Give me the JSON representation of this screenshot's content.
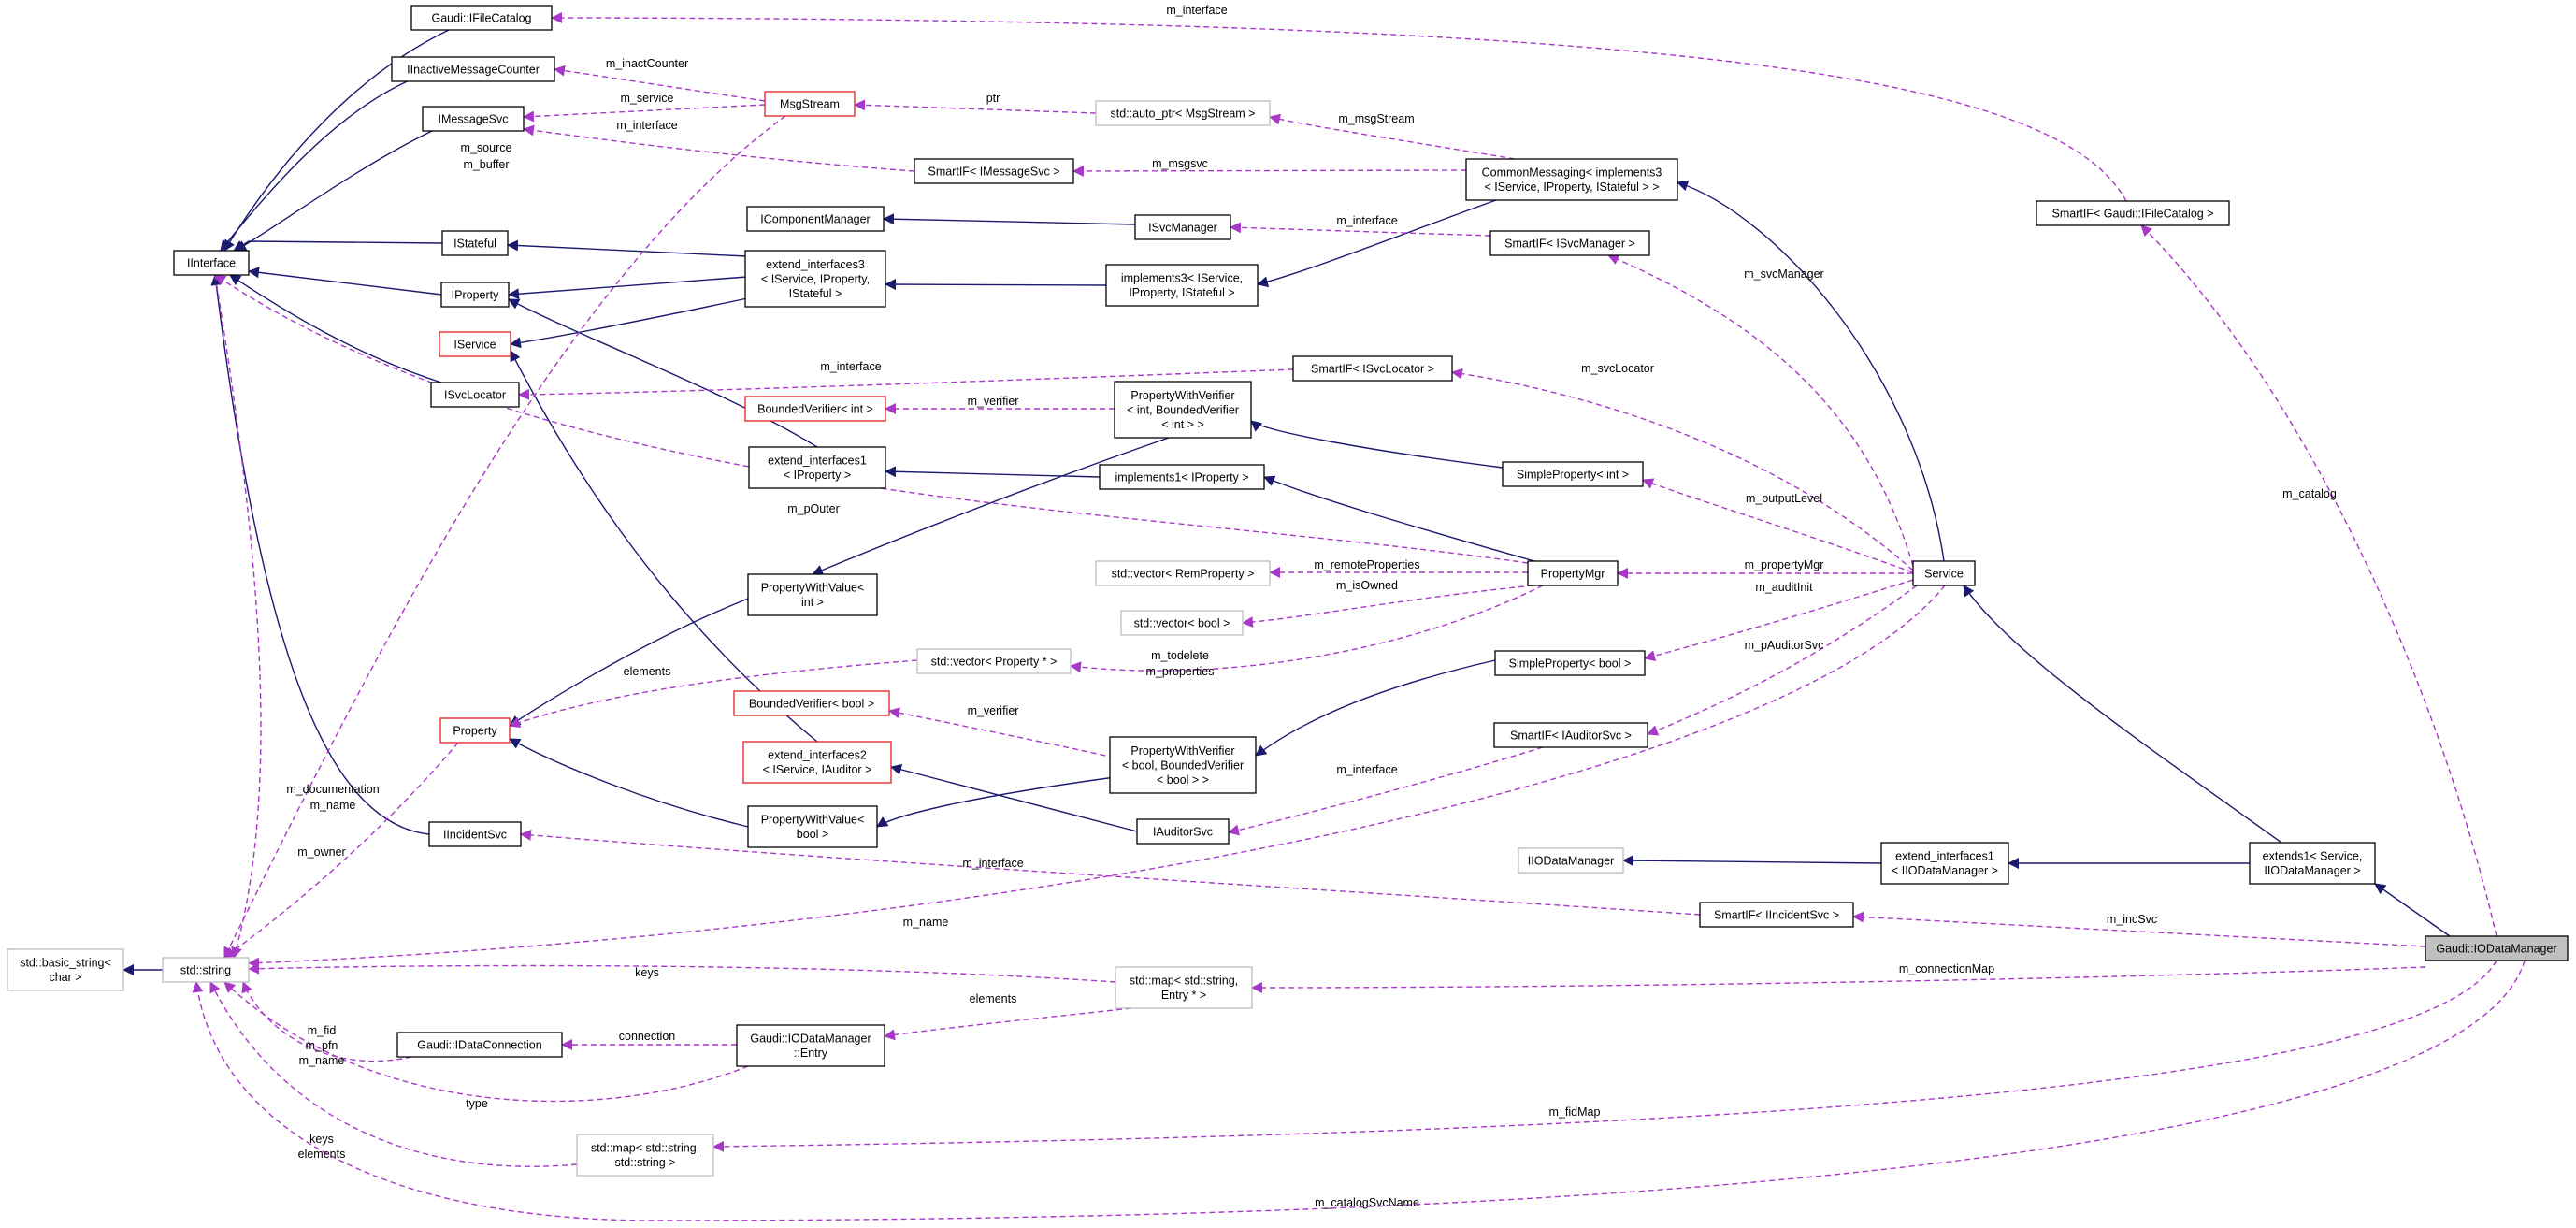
{
  "colors": {
    "inheritance": "#1a1a6e",
    "usage": "#a838c8",
    "node_border": "#000000",
    "node_border_missing": "#bdbdbd",
    "node_border_truncated": "#e02020",
    "highlight_fill": "#c0c0c0"
  },
  "nodes": [
    {
      "id": "IFileCatalog",
      "lines": [
        "Gaudi::IFileCatalog"
      ],
      "border": "normal"
    },
    {
      "id": "IInactiveMessageCounter",
      "lines": [
        "IInactiveMessageCounter"
      ],
      "border": "normal"
    },
    {
      "id": "IMessageSvc",
      "lines": [
        "IMessageSvc"
      ],
      "border": "normal"
    },
    {
      "id": "MsgStream",
      "lines": [
        "MsgStream"
      ],
      "border": "truncated"
    },
    {
      "id": "auto_ptr_MsgStream",
      "lines": [
        "std::auto_ptr< MsgStream >"
      ],
      "border": "missing"
    },
    {
      "id": "SmartIF_IMessageSvc",
      "lines": [
        "SmartIF< IMessageSvc >"
      ],
      "border": "normal"
    },
    {
      "id": "CommonMessaging",
      "lines": [
        "CommonMessaging< implements3",
        "< IService, IProperty, IStateful > >"
      ],
      "border": "normal"
    },
    {
      "id": "SmartIF_IFileCatalog",
      "lines": [
        "SmartIF< Gaudi::IFileCatalog >"
      ],
      "border": "normal"
    },
    {
      "id": "IInterface",
      "lines": [
        "IInterface"
      ],
      "border": "normal"
    },
    {
      "id": "IStateful",
      "lines": [
        "IStateful"
      ],
      "border": "normal"
    },
    {
      "id": "IComponentManager",
      "lines": [
        "IComponentManager"
      ],
      "border": "normal"
    },
    {
      "id": "ISvcManager",
      "lines": [
        "ISvcManager"
      ],
      "border": "normal"
    },
    {
      "id": "SmartIF_ISvcManager",
      "lines": [
        "SmartIF< ISvcManager >"
      ],
      "border": "normal"
    },
    {
      "id": "extend_interfaces3",
      "lines": [
        "extend_interfaces3",
        "< IService, IProperty,",
        "IStateful >"
      ],
      "border": "normal"
    },
    {
      "id": "implements3",
      "lines": [
        "implements3< IService,",
        "IProperty, IStateful >"
      ],
      "border": "normal"
    },
    {
      "id": "IProperty",
      "lines": [
        "IProperty"
      ],
      "border": "normal"
    },
    {
      "id": "IService",
      "lines": [
        "IService"
      ],
      "border": "truncated"
    },
    {
      "id": "ISvcLocator",
      "lines": [
        "ISvcLocator"
      ],
      "border": "normal"
    },
    {
      "id": "SmartIF_ISvcLocator",
      "lines": [
        "SmartIF< ISvcLocator >"
      ],
      "border": "normal"
    },
    {
      "id": "BoundedVerifier_int",
      "lines": [
        "BoundedVerifier< int >"
      ],
      "border": "truncated"
    },
    {
      "id": "PropertyWithVerifier_int",
      "lines": [
        "PropertyWithVerifier",
        "< int, BoundedVerifier",
        "< int > >"
      ],
      "border": "normal"
    },
    {
      "id": "extend_interfaces1_IProperty",
      "lines": [
        "extend_interfaces1",
        "< IProperty >"
      ],
      "border": "normal"
    },
    {
      "id": "implements1_IProperty",
      "lines": [
        "implements1< IProperty >"
      ],
      "border": "normal"
    },
    {
      "id": "SimpleProperty_int",
      "lines": [
        "SimpleProperty< int >"
      ],
      "border": "normal"
    },
    {
      "id": "vector_RemProperty",
      "lines": [
        "std::vector< RemProperty >"
      ],
      "border": "missing"
    },
    {
      "id": "PropertyMgr",
      "lines": [
        "PropertyMgr"
      ],
      "border": "normal"
    },
    {
      "id": "Service",
      "lines": [
        "Service"
      ],
      "border": "normal"
    },
    {
      "id": "vector_bool",
      "lines": [
        "std::vector< bool >"
      ],
      "border": "missing"
    },
    {
      "id": "PropertyWithValue_int",
      "lines": [
        "PropertyWithValue<",
        "int >"
      ],
      "border": "normal"
    },
    {
      "id": "vector_Property_ptr",
      "lines": [
        "std::vector< Property * >"
      ],
      "border": "missing"
    },
    {
      "id": "SimpleProperty_bool",
      "lines": [
        "SimpleProperty< bool >"
      ],
      "border": "normal"
    },
    {
      "id": "BoundedVerifier_bool",
      "lines": [
        "BoundedVerifier< bool >"
      ],
      "border": "truncated"
    },
    {
      "id": "Property",
      "lines": [
        "Property"
      ],
      "border": "truncated"
    },
    {
      "id": "extend_interfaces2",
      "lines": [
        "extend_interfaces2",
        "< IService, IAuditor >"
      ],
      "border": "truncated"
    },
    {
      "id": "PropertyWithVerifier_bool",
      "lines": [
        "PropertyWithVerifier",
        "< bool, BoundedVerifier",
        "< bool > >"
      ],
      "border": "normal"
    },
    {
      "id": "SmartIF_IAuditorSvc",
      "lines": [
        "SmartIF< IAuditorSvc >"
      ],
      "border": "normal"
    },
    {
      "id": "PropertyWithValue_bool",
      "lines": [
        "PropertyWithValue<",
        "bool >"
      ],
      "border": "normal"
    },
    {
      "id": "IAuditorSvc",
      "lines": [
        "IAuditorSvc"
      ],
      "border": "normal"
    },
    {
      "id": "IIncidentSvc",
      "lines": [
        "IIncidentSvc"
      ],
      "border": "normal"
    },
    {
      "id": "IIODataManager",
      "lines": [
        "IIODataManager"
      ],
      "border": "missing"
    },
    {
      "id": "extend_interfaces1_IIODataManager",
      "lines": [
        "extend_interfaces1",
        "< IIODataManager >"
      ],
      "border": "normal"
    },
    {
      "id": "extends1",
      "lines": [
        "extends1< Service,",
        "IIODataManager >"
      ],
      "border": "normal"
    },
    {
      "id": "SmartIF_IIncidentSvc",
      "lines": [
        "SmartIF< IIncidentSvc >"
      ],
      "border": "normal"
    },
    {
      "id": "IODataManager",
      "lines": [
        "Gaudi::IODataManager"
      ],
      "border": "highlight"
    },
    {
      "id": "basic_string",
      "lines": [
        "std::basic_string<",
        "char >"
      ],
      "border": "missing"
    },
    {
      "id": "std_string",
      "lines": [
        "std::string"
      ],
      "border": "missing"
    },
    {
      "id": "IDataConnection",
      "lines": [
        "Gaudi::IDataConnection"
      ],
      "border": "normal"
    },
    {
      "id": "IODataManager_Entry",
      "lines": [
        "Gaudi::IODataManager",
        "::Entry"
      ],
      "border": "normal"
    },
    {
      "id": "map_string_Entry",
      "lines": [
        "std::map< std::string,",
        "Entry * >"
      ],
      "border": "missing"
    },
    {
      "id": "map_string_string",
      "lines": [
        "std::map< std::string,",
        "std::string >"
      ],
      "border": "missing"
    }
  ],
  "edge_labels": [
    {
      "id": "lbl_m_interface_top",
      "text": "m_interface"
    },
    {
      "id": "lbl_m_inactCounter",
      "text": "m_inactCounter"
    },
    {
      "id": "lbl_ptr",
      "text": "ptr"
    },
    {
      "id": "lbl_m_service",
      "text": "m_service"
    },
    {
      "id": "lbl_m_interface_msg",
      "text": "m_interface"
    },
    {
      "id": "lbl_m_msgStream",
      "text": "m_msgStream"
    },
    {
      "id": "lbl_m_source_buffer",
      "text": "m_source"
    },
    {
      "id": "lbl_m_buffer",
      "text": "m_buffer"
    },
    {
      "id": "lbl_m_msgsvc",
      "text": "m_msgsvc"
    },
    {
      "id": "lbl_m_interface_svcmgr",
      "text": "m_interface"
    },
    {
      "id": "lbl_m_svcManager",
      "text": "m_svcManager"
    },
    {
      "id": "lbl_m_interface_svcloc",
      "text": "m_interface"
    },
    {
      "id": "lbl_m_svcLocator",
      "text": "m_svcLocator"
    },
    {
      "id": "lbl_m_verifier_int",
      "text": "m_verifier"
    },
    {
      "id": "lbl_m_catalog",
      "text": "m_catalog"
    },
    {
      "id": "lbl_m_outputLevel",
      "text": "m_outputLevel"
    },
    {
      "id": "lbl_m_pOuter",
      "text": "m_pOuter"
    },
    {
      "id": "lbl_m_remoteProperties",
      "text": "m_remoteProperties"
    },
    {
      "id": "lbl_m_propertyMgr",
      "text": "m_propertyMgr"
    },
    {
      "id": "lbl_m_isOwned",
      "text": "m_isOwned"
    },
    {
      "id": "lbl_m_auditInit",
      "text": "m_auditInit"
    },
    {
      "id": "lbl_elements_vec",
      "text": "elements"
    },
    {
      "id": "lbl_m_todelete",
      "text": "m_todelete"
    },
    {
      "id": "lbl_m_properties",
      "text": "m_properties"
    },
    {
      "id": "lbl_m_pAuditorSvc",
      "text": "m_pAuditorSvc"
    },
    {
      "id": "lbl_m_verifier_bool",
      "text": "m_verifier"
    },
    {
      "id": "lbl_m_interface_auditor",
      "text": "m_interface"
    },
    {
      "id": "lbl_m_documentation",
      "text": "m_documentation"
    },
    {
      "id": "lbl_m_name_prop",
      "text": "m_name"
    },
    {
      "id": "lbl_m_owner",
      "text": "m_owner"
    },
    {
      "id": "lbl_m_interface_incident",
      "text": "m_interface"
    },
    {
      "id": "lbl_m_name_svc",
      "text": "m_name"
    },
    {
      "id": "lbl_m_incSvc",
      "text": "m_incSvc"
    },
    {
      "id": "lbl_keys_map",
      "text": "keys"
    },
    {
      "id": "lbl_m_connectionMap",
      "text": "m_connectionMap"
    },
    {
      "id": "lbl_elements_map",
      "text": "elements"
    },
    {
      "id": "lbl_m_fid",
      "text": "m_fid"
    },
    {
      "id": "lbl_m_pfn",
      "text": "m_pfn"
    },
    {
      "id": "lbl_m_name_conn",
      "text": "m_name"
    },
    {
      "id": "lbl_connection",
      "text": "connection"
    },
    {
      "id": "lbl_type",
      "text": "type"
    },
    {
      "id": "lbl_m_fidMap",
      "text": "m_fidMap"
    },
    {
      "id": "lbl_keys_ss",
      "text": "keys"
    },
    {
      "id": "lbl_elements_ss",
      "text": "elements"
    },
    {
      "id": "lbl_m_catalogSvcName",
      "text": "m_catalogSvcName"
    }
  ]
}
